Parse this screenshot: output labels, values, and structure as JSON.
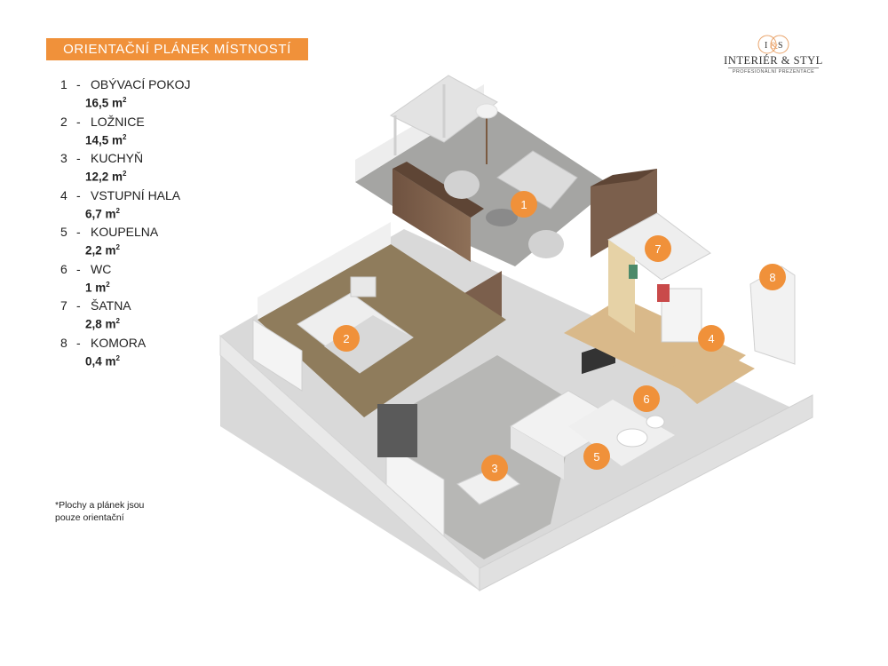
{
  "title": "ORIENTAČNÍ PLÁNEK MÍSTNOSTÍ",
  "rooms": [
    {
      "num": "1",
      "name": "OBÝVACÍ POKOJ",
      "area": "16,5 m",
      "sup": "2"
    },
    {
      "num": "2",
      "name": "LOŽNICE",
      "area": "14,5 m",
      "sup": "2"
    },
    {
      "num": "3",
      "name": "KUCHYŇ",
      "area": "12,2 m",
      "sup": "2"
    },
    {
      "num": "4",
      "name": "VSTUPNÍ HALA",
      "area": "6,7 m",
      "sup": "2"
    },
    {
      "num": "5",
      "name": "KOUPELNA",
      "area": "2,2 m",
      "sup": "2"
    },
    {
      "num": "6",
      "name": "WC",
      "area": "1 m",
      "sup": "2"
    },
    {
      "num": "7",
      "name": "ŠATNA",
      "area": "2,8 m",
      "sup": "2"
    },
    {
      "num": "8",
      "name": "KOMORA",
      "area": "0,4 m",
      "sup": "2"
    }
  ],
  "note": "*Plochy  a plánek jsou pouze orientační",
  "logo": {
    "monogram_left": "I",
    "monogram_amp": "&",
    "monogram_right": "S",
    "name": "INTERIÉR & STYL",
    "subtitle": "PROFESIONÁLNÍ PREZENTACE"
  },
  "colors": {
    "accent": "#f0913a",
    "floor_wood": "#d9b98a",
    "floor_bedroom": "#8f7c5c",
    "floor_tile": "#b7b7b5",
    "wall": "#e6e6e6",
    "wood_panel": "#7b5f4c"
  }
}
